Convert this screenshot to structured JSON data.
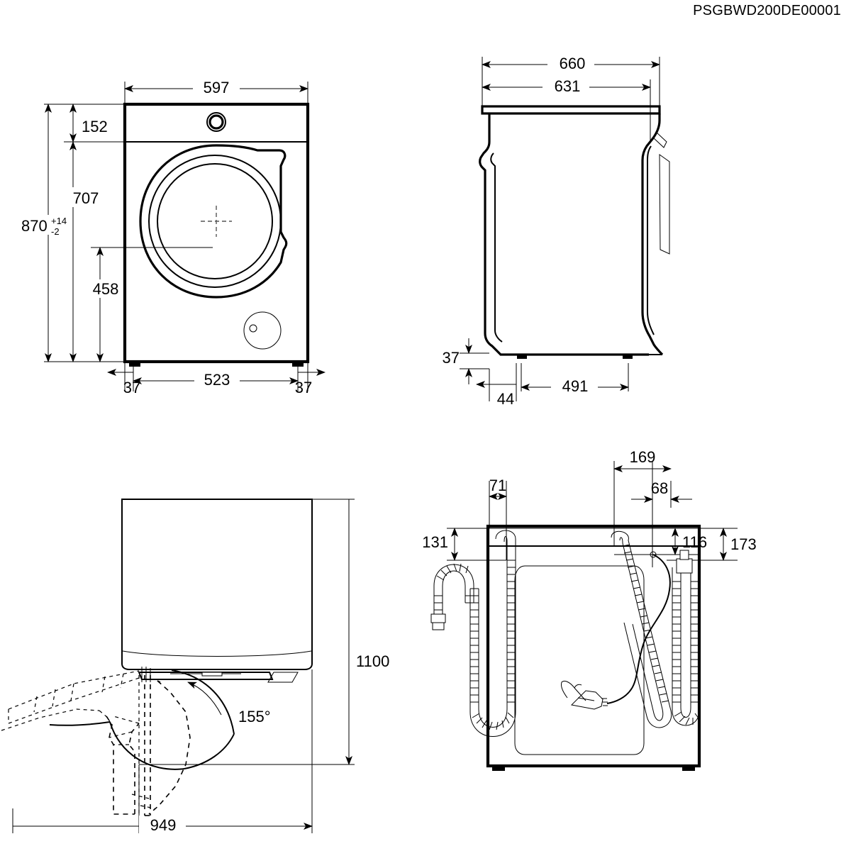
{
  "document": {
    "code": "PSGBWD200DE00001",
    "type": "technical-dimension-drawing",
    "product": "front-load washing machine",
    "units": "mm"
  },
  "views": {
    "front": {
      "name": "front-view",
      "dimensions": {
        "width_total": "597",
        "panel_height": "152",
        "door_center_height": "707",
        "overall_height": "870",
        "tolerance_plus": "+14",
        "tolerance_minus": "-2",
        "door_bottom_height": "458",
        "foot_left_inset": "37",
        "feet_span": "523",
        "foot_right_inset": "37"
      }
    },
    "side": {
      "name": "side-view",
      "dimensions": {
        "depth_total": "660",
        "depth_body": "631",
        "foot_height": "37",
        "rear_offset": "44",
        "feet_span": "491"
      }
    },
    "top": {
      "name": "top-view-door-open",
      "dimensions": {
        "door_opening_angle": "155°",
        "depth_with_door": "1100",
        "width_with_door": "949"
      }
    },
    "rear": {
      "name": "rear-view-connections",
      "dimensions": {
        "drain_hose_offset": "71",
        "inlet_group_offset": "169",
        "cord_offset": "68",
        "drain_hose_height": "131",
        "inlet_height": "116",
        "cord_height": "173"
      }
    }
  }
}
